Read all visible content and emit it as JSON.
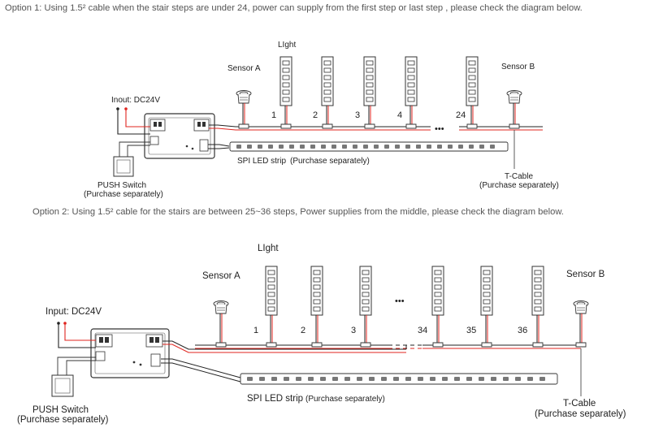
{
  "option1": {
    "caption": "Option 1: Using 1.5²  cable when the stair steps are under 24, power can supply from the first step or last step , please check the diagram below.",
    "light_label": "LIght",
    "sensor_a": "Sensor A",
    "sensor_b": "Sensor B",
    "input_label": "Inout: DC24V",
    "steps": [
      "1",
      "2",
      "3",
      "4",
      "24"
    ],
    "ellipsis": "•••",
    "strip_label": "SPI LED strip",
    "strip_note": "(Purchase separately)",
    "switch_label": "PUSH Switch",
    "switch_note": "(Purchase separately)",
    "tcable_label": "T-Cable",
    "tcable_note": "(Purchase separately)"
  },
  "option2": {
    "caption": "Option 2: Using 1.5² cable for the stairs are between 25~36 steps, Power supplies from the middle, please check the diagram below.",
    "light_label": "LIght",
    "sensor_a": "Sensor A",
    "sensor_b": "Sensor B",
    "input_label": "Input: DC24V",
    "steps": [
      "1",
      "2",
      "3",
      "34",
      "35",
      "36"
    ],
    "ellipsis": "•••",
    "strip_label": "SPI LED strip",
    "strip_note": "(Purchase separately)",
    "switch_label": "PUSH Switch",
    "switch_note": "(Purchase separately)",
    "tcable_label": "T-Cable",
    "tcable_note": "(Purchase separately)"
  },
  "colors": {
    "wire_red": "#e0251f",
    "wire_black": "#222222",
    "led_strip_dots": "#777777"
  }
}
